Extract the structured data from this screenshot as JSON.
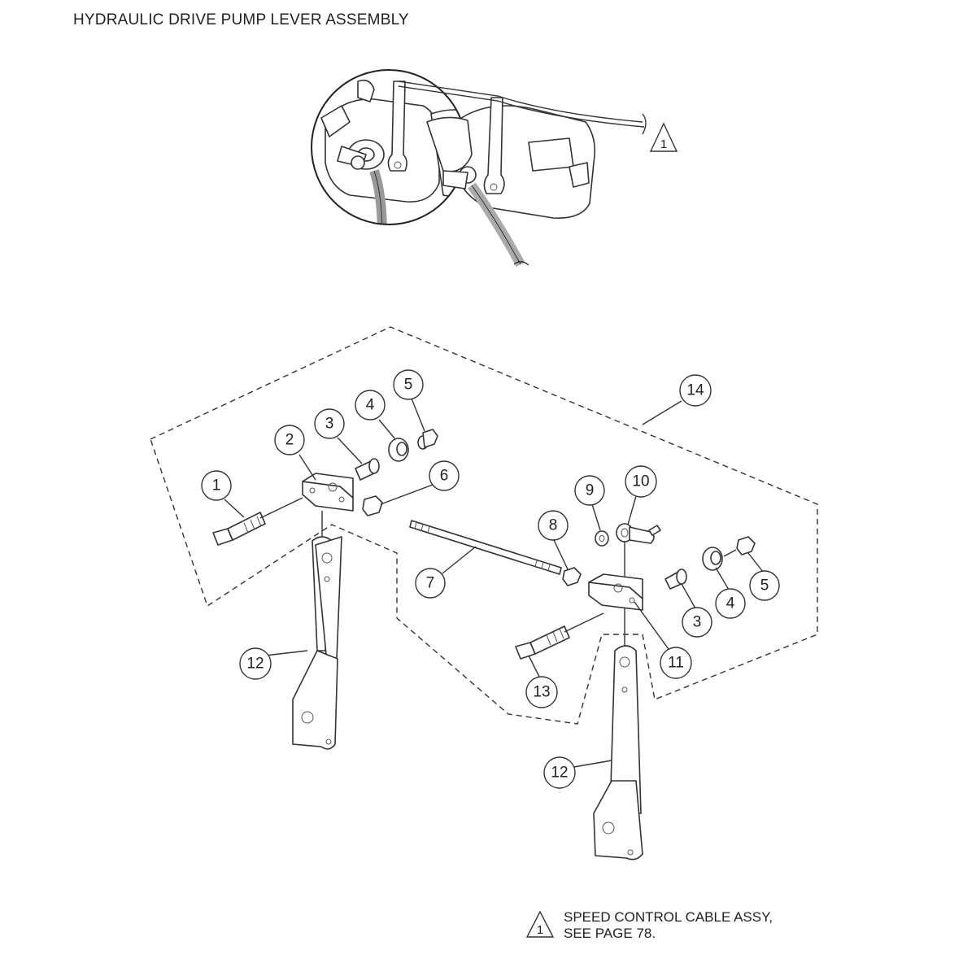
{
  "title": "HYDRAULIC DRIVE PUMP LEVER ASSEMBLY",
  "note_marker": "1",
  "note_lines": [
    "SPEED CONTROL CABLE ASSY,",
    "SEE PAGE 78."
  ],
  "callouts": [
    "1",
    "2",
    "3",
    "4",
    "5",
    "6",
    "7",
    "8",
    "9",
    "10",
    "11",
    "12",
    "13",
    "14"
  ]
}
